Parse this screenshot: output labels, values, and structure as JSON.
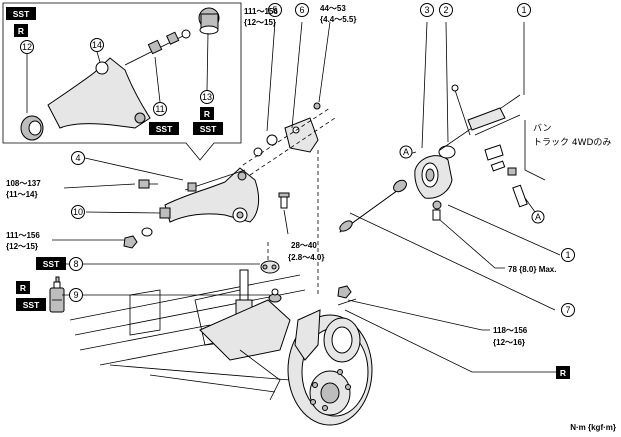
{
  "callouts": {
    "c1": "1",
    "c2": "2",
    "c3": "3",
    "c4": "4",
    "c5": "5",
    "c6": "6",
    "c7": "7",
    "c8": "8",
    "c9": "9",
    "c10": "10",
    "c11": "11",
    "c12": "12",
    "c13": "13",
    "c14": "14",
    "a": "A"
  },
  "tags": {
    "sst": "SST",
    "r": "R"
  },
  "torques": {
    "t1_nm": "111～156",
    "t1_kgf": "{12～15}",
    "t2_nm": "44～53",
    "t2_kgf": "{4.4～5.5}",
    "t3_nm": "108～137",
    "t3_kgf": "{11～14}",
    "t4_nm": "111～156",
    "t4_kgf": "{12～15}",
    "t5_nm": "28～40",
    "t5_kgf": "{2.8～4.0}",
    "t6": "78 {8.0} Max.",
    "t7_nm": "118～156",
    "t7_kgf": "{12～16}"
  },
  "note": {
    "line1": "バン",
    "line2": "トラック 4WDのみ"
  },
  "unit": "N·m {kgf·m}"
}
